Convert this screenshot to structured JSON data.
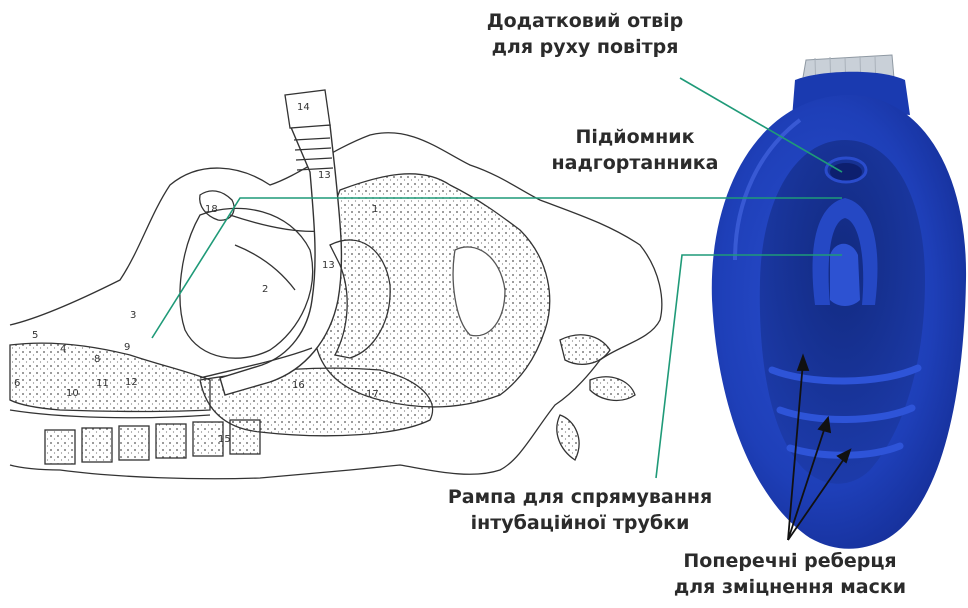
{
  "figure": {
    "anatomy_numbers": [
      "14",
      "13",
      "13",
      "18",
      "1",
      "2",
      "3",
      "4",
      "5",
      "6",
      "8",
      "9",
      "10",
      "11",
      "12",
      "15",
      "16",
      "17"
    ]
  },
  "labels": {
    "air_hole": {
      "line1": "Додатковий отвір",
      "line2": "для руху повітря"
    },
    "epiglottis": {
      "line1": "Підйомник",
      "line2": "надгортанника"
    },
    "ramp": {
      "line1": "Рампа для спрямування",
      "line2": "інтубаційної трубки"
    },
    "ribs": {
      "line1": "Поперечні реберця",
      "line2": "для зміцнення маски"
    }
  },
  "colors": {
    "mask_blue": "#1e3fb8",
    "mask_dark": "#0d1f6e",
    "leader_green": "#1f9a78",
    "line_art": "#333333"
  }
}
